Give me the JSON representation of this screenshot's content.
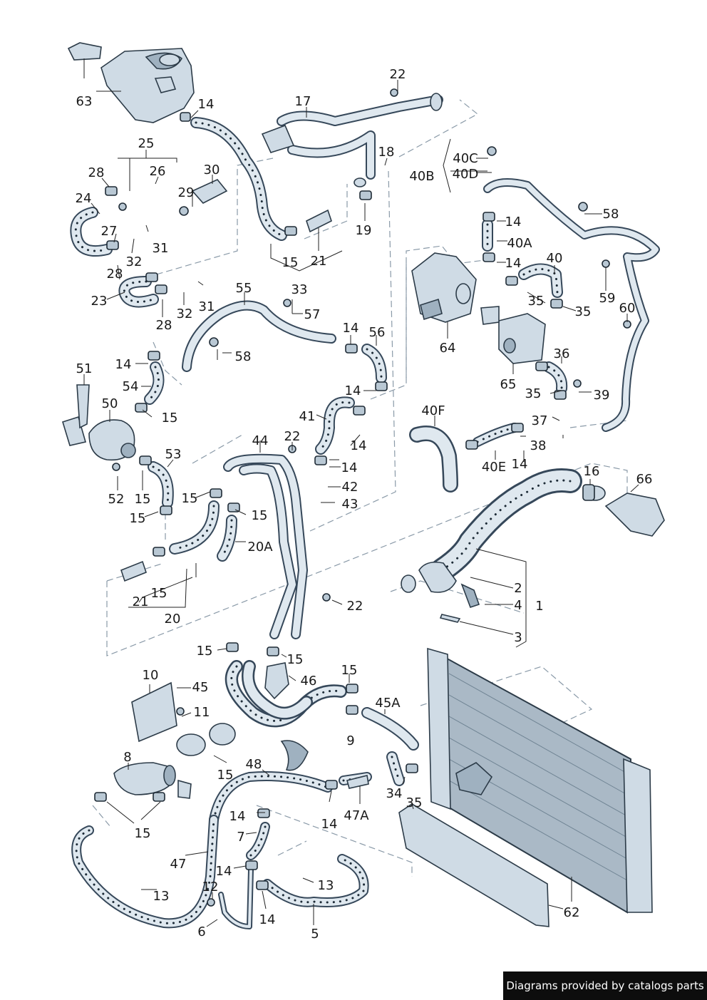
{
  "callouts": [
    "63",
    "14",
    "17",
    "22",
    "18",
    "25",
    "28",
    "26",
    "30",
    "29",
    "24",
    "27",
    "31",
    "32",
    "28",
    "23",
    "32",
    "31",
    "28",
    "15",
    "21",
    "19",
    "40C",
    "40D",
    "40B",
    "58",
    "14",
    "40A",
    "14",
    "40",
    "59",
    "35",
    "35",
    "60",
    "33",
    "55",
    "57",
    "58",
    "14",
    "56",
    "64",
    "65",
    "36",
    "35",
    "39",
    "37",
    "38",
    "51",
    "14",
    "54",
    "50",
    "15",
    "14",
    "41",
    "14",
    "40F",
    "14",
    "40E",
    "53",
    "52",
    "15",
    "15",
    "44",
    "22",
    "14",
    "42",
    "43",
    "15",
    "15",
    "20A",
    "16",
    "66",
    "2",
    "4",
    "1",
    "3",
    "21",
    "15",
    "20",
    "22",
    "15",
    "15",
    "10",
    "45",
    "46",
    "15",
    "45A",
    "11",
    "9",
    "15",
    "8",
    "48",
    "34",
    "35",
    "14",
    "47A",
    "15",
    "7",
    "14",
    "47",
    "14",
    "13",
    "13",
    "12",
    "14",
    "62",
    "6",
    "5"
  ],
  "footer": {
    "text": "Diagrams provided by catalogs parts"
  },
  "colors": {
    "part_fill": "#cfdbe5",
    "outline": "#2c3b48",
    "hose_dots": "#1c2a36",
    "guide_dash": "#8a9aa8",
    "footer_bg": "#0d0d0d"
  }
}
